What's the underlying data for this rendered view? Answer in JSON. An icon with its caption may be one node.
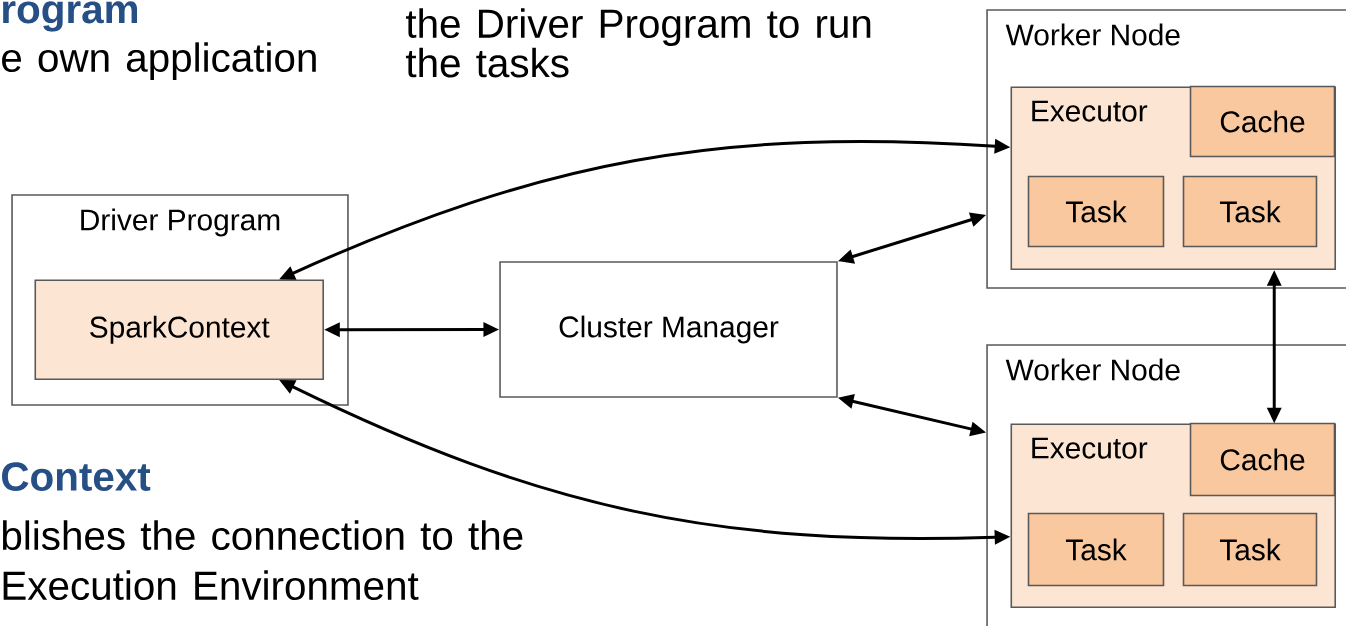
{
  "diagram": {
    "nodes": [
      {
        "text": [
          "Driver Program"
        ]
      },
      {
        "text": [
          "SparkContext"
        ],
        "in": 0
      },
      {
        "text": [
          "Cluster Manager"
        ]
      },
      {
        "text": [
          "Worker Node"
        ]
      },
      {
        "text": [
          "Executor"
        ],
        "in": 3
      },
      {
        "text": [
          "Cache"
        ],
        "in": 4
      },
      {
        "text": [
          "Task"
        ],
        "in": 4
      },
      {
        "text": [
          "Task"
        ],
        "in": 4
      },
      {
        "text": [
          "Worker Node"
        ]
      },
      {
        "text": [
          "Executor"
        ],
        "in": 8
      },
      {
        "text": [
          "Cache"
        ],
        "in": 9
      },
      {
        "text": [
          "Task"
        ],
        "in": 9
      },
      {
        "text": [
          "Task"
        ],
        "in": 9
      }
    ],
    "edges": [
      {
        "from": 1,
        "to": 2,
        "arrow": "both"
      },
      {
        "from": 2,
        "to": 3,
        "arrow": "both"
      },
      {
        "from": 2,
        "to": 8,
        "arrow": "both"
      },
      {
        "from": 1,
        "to": 4,
        "arrow": "both"
      },
      {
        "from": 1,
        "to": 9,
        "arrow": "both"
      },
      {
        "from": 4,
        "to": 9,
        "arrow": "both"
      }
    ],
    "labels": [
      "rogram",
      "e own application",
      "the Driver Program to run the tasks",
      "Context",
      "blishes the connection to the",
      "Execution Environment"
    ]
  }
}
